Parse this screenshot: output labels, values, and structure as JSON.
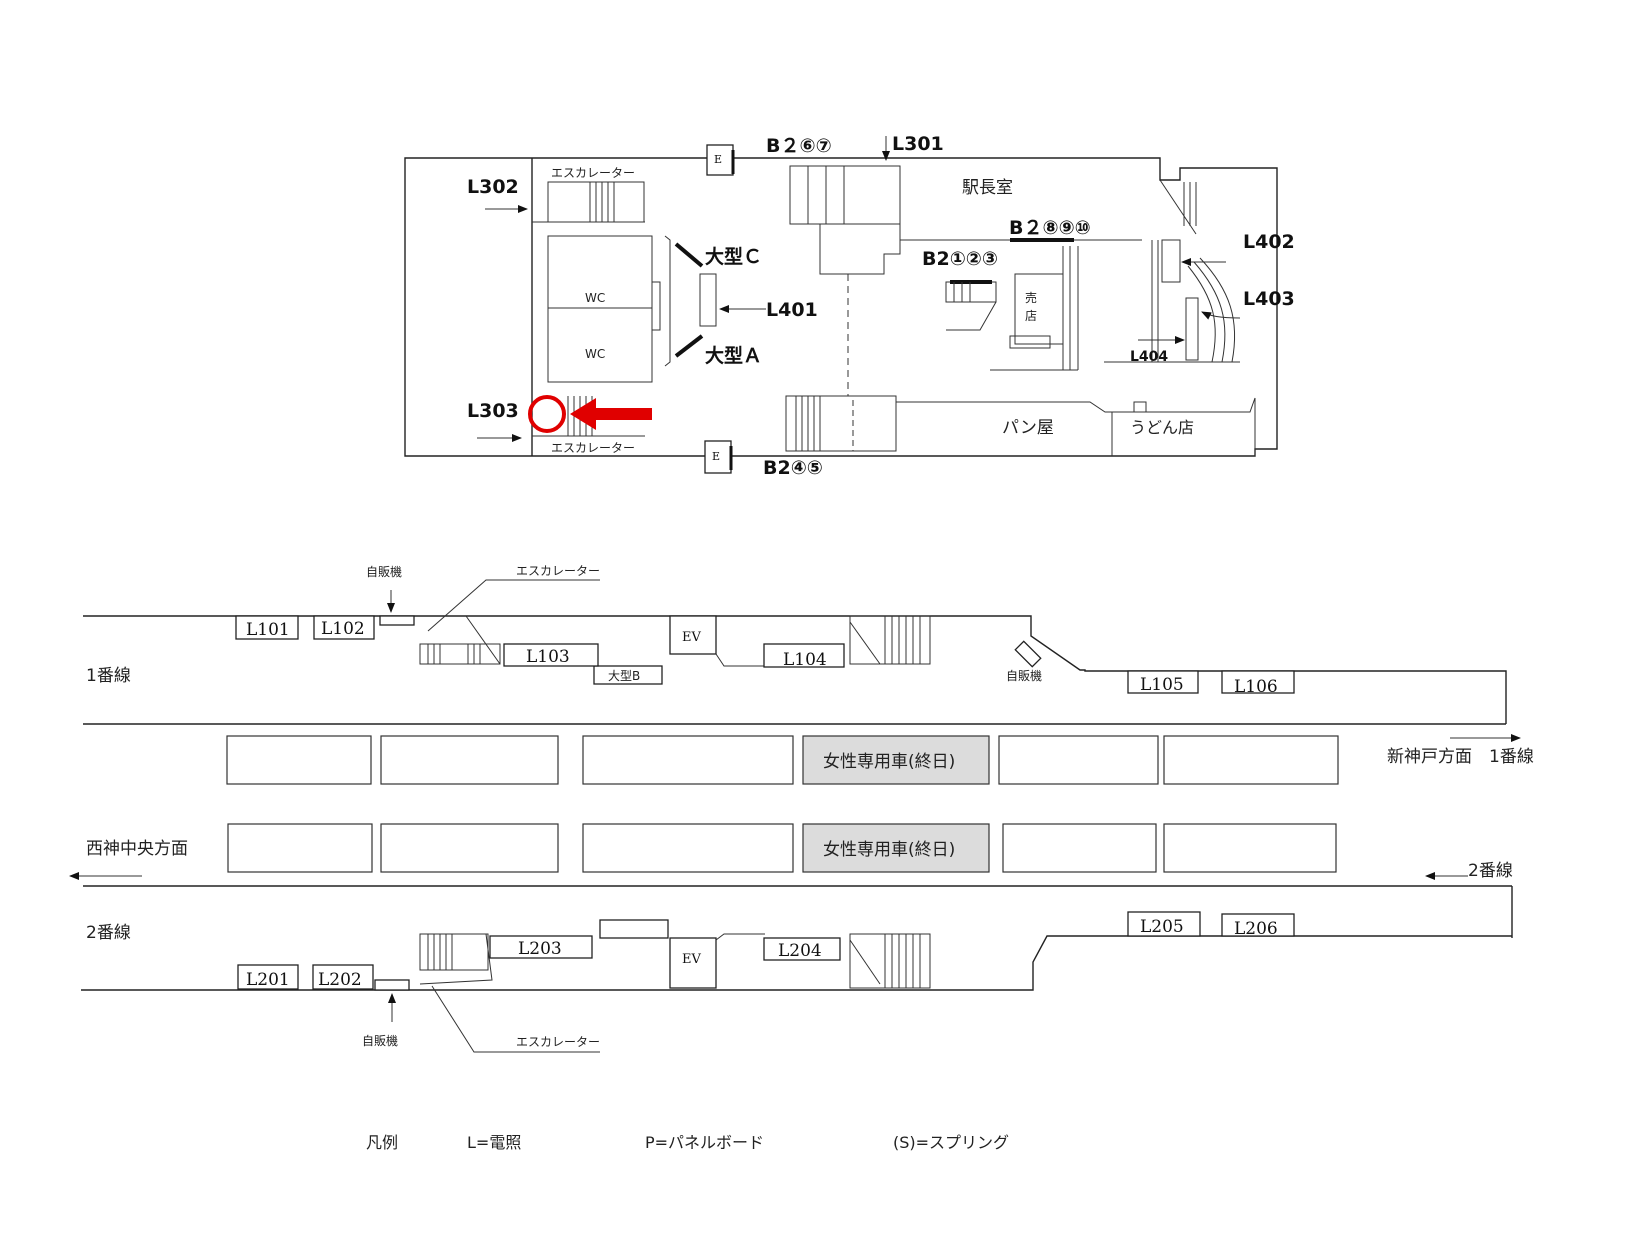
{
  "upper_floor": {
    "labels": {
      "L301": "L301",
      "L302": "L302",
      "L303": "L303",
      "L401": "L401",
      "L402": "L402",
      "L403": "L403",
      "L404": "L404"
    },
    "exits": {
      "b2_67": "B２⑥⑦",
      "b2_8910": "B２⑧⑨⑩",
      "b2_123": "B2①②③",
      "b2_45": "B2④⑤"
    },
    "rooms": {
      "station_master": "駅長室",
      "wc_top": "WC",
      "wc_bottom": "WC",
      "kiosk_1": "売",
      "kiosk_2": "店",
      "bakery": "パン屋",
      "udon": "うどん店",
      "elevator_top": "E",
      "elevator_bottom": "E"
    },
    "escalator_top": "エスカレーター",
    "escalator_bottom": "エスカレーター",
    "large_c": "大型Ｃ",
    "large_a": "大型Ａ",
    "highlight_color": "#e00000"
  },
  "platform": {
    "track1": "1番線",
    "track2": "2番線",
    "dir_shinkobe": "新神戸方面　1番線",
    "dir_seishin": "西神中央方面",
    "dir_track2": "2番線",
    "women_car_top": "女性専用車(終日)",
    "women_car_bottom": "女性専用車(終日)",
    "vending_top_left": "自販機",
    "vending_top_mid": "自販機",
    "vending_bottom": "自販機",
    "escalator_top": "エスカレーター",
    "escalator_bottom": "エスカレーター",
    "large_b": "大型B",
    "ev_top": "EV",
    "ev_bottom": "EV",
    "lights": {
      "L101": "L101",
      "L102": "L102",
      "L103": "L103",
      "L104": "L104",
      "L105": "L105",
      "L106": "L106",
      "L201": "L201",
      "L202": "L202",
      "L203": "L203",
      "L204": "L204",
      "L205": "L205",
      "L206": "L206"
    }
  },
  "legend": {
    "title": "凡例",
    "l": "L=電照",
    "p": "P=パネルボード",
    "s": "(S)=スプリング"
  }
}
